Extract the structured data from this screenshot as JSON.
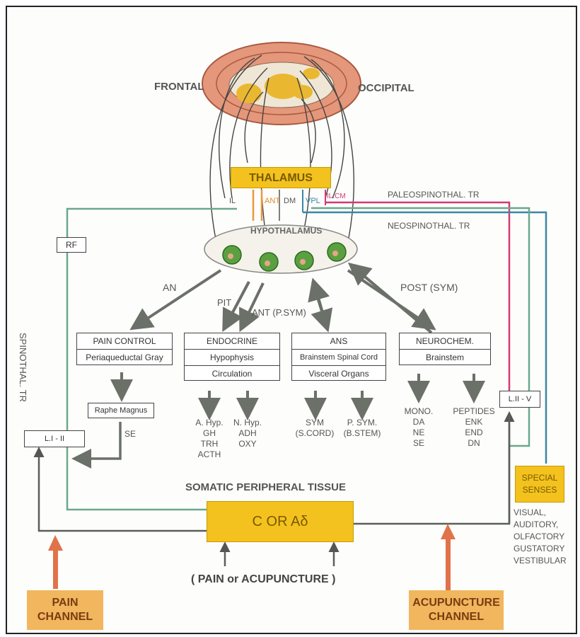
{
  "brain": {
    "frontal": "FRONTAL",
    "occipital": "OCCIPITAL"
  },
  "thalamus": {
    "title": "THALAMUS",
    "nuclei": [
      "IL",
      "ANT",
      "DM",
      "VPL",
      "IL.CM"
    ]
  },
  "hypothalamus": {
    "title": "HYPOTHALAMUS"
  },
  "tracts": {
    "paleo": "PALEOSPINOTHAL. TR",
    "neo": "NEOSPINOTHAL. TR",
    "spino": "SPINOTHAL. TR",
    "rf": "RF"
  },
  "arrows": {
    "an": "AN",
    "pit": "PIT",
    "ant_psym": "ANT (P.SYM)",
    "post_sym": "POST (SYM)"
  },
  "pain_control": {
    "title": "PAIN CONTROL",
    "rows": [
      "Periaqueductal Gray"
    ],
    "raphe": "Raphe Magnus",
    "se": "SE",
    "level": "L.I - II"
  },
  "endocrine": {
    "title": "ENDOCRINE",
    "rows": [
      "Hypophysis",
      "Circulation"
    ],
    "left_outputs": [
      "A. Hyp.",
      "GH",
      "TRH",
      "ACTH"
    ],
    "right_outputs": [
      "N. Hyp.",
      "ADH",
      "OXY"
    ]
  },
  "ans": {
    "title": "ANS",
    "rows": [
      "Brainstem Spinal Cord",
      "Visceral Organs"
    ],
    "left_outputs": [
      "SYM",
      "(S.CORD)"
    ],
    "right_outputs": [
      "P. SYM.",
      "(B.STEM)"
    ]
  },
  "neurochem": {
    "title": "NEUROCHEM.",
    "rows": [
      "Brainstem"
    ],
    "left_outputs": [
      "MONO.",
      "DA",
      "NE",
      "SE"
    ],
    "right_outputs": [
      "PEPTIDES",
      "ENK",
      "END",
      "DN"
    ]
  },
  "level_right": "L.II - V",
  "special_senses": {
    "title": [
      "SPECIAL",
      "SENSES"
    ],
    "list": [
      "VISUAL,",
      "AUDITORY,",
      "OLFACTORY",
      "GUSTATORY",
      "VESTIBULAR"
    ]
  },
  "somatic": {
    "title": "SOMATIC PERIPHERAL TISSUE",
    "fiber": "C  OR  Aδ",
    "stimulus": "( PAIN  or  ACUPUNCTURE )"
  },
  "channels": {
    "pain": [
      "PAIN",
      "CHANNEL"
    ],
    "acupuncture": [
      "ACUPUNCTURE",
      "CHANNEL"
    ]
  },
  "colors": {
    "gray_arrow": "#6b7068",
    "green_line": "#6aa88c",
    "blue_line": "#3d86a6",
    "pink_line": "#d23a74",
    "yellow_box": "#f3c21e",
    "orange_box": "#f1b65e",
    "orange_arrow": "#e0734a",
    "brain": "#e0896a"
  }
}
